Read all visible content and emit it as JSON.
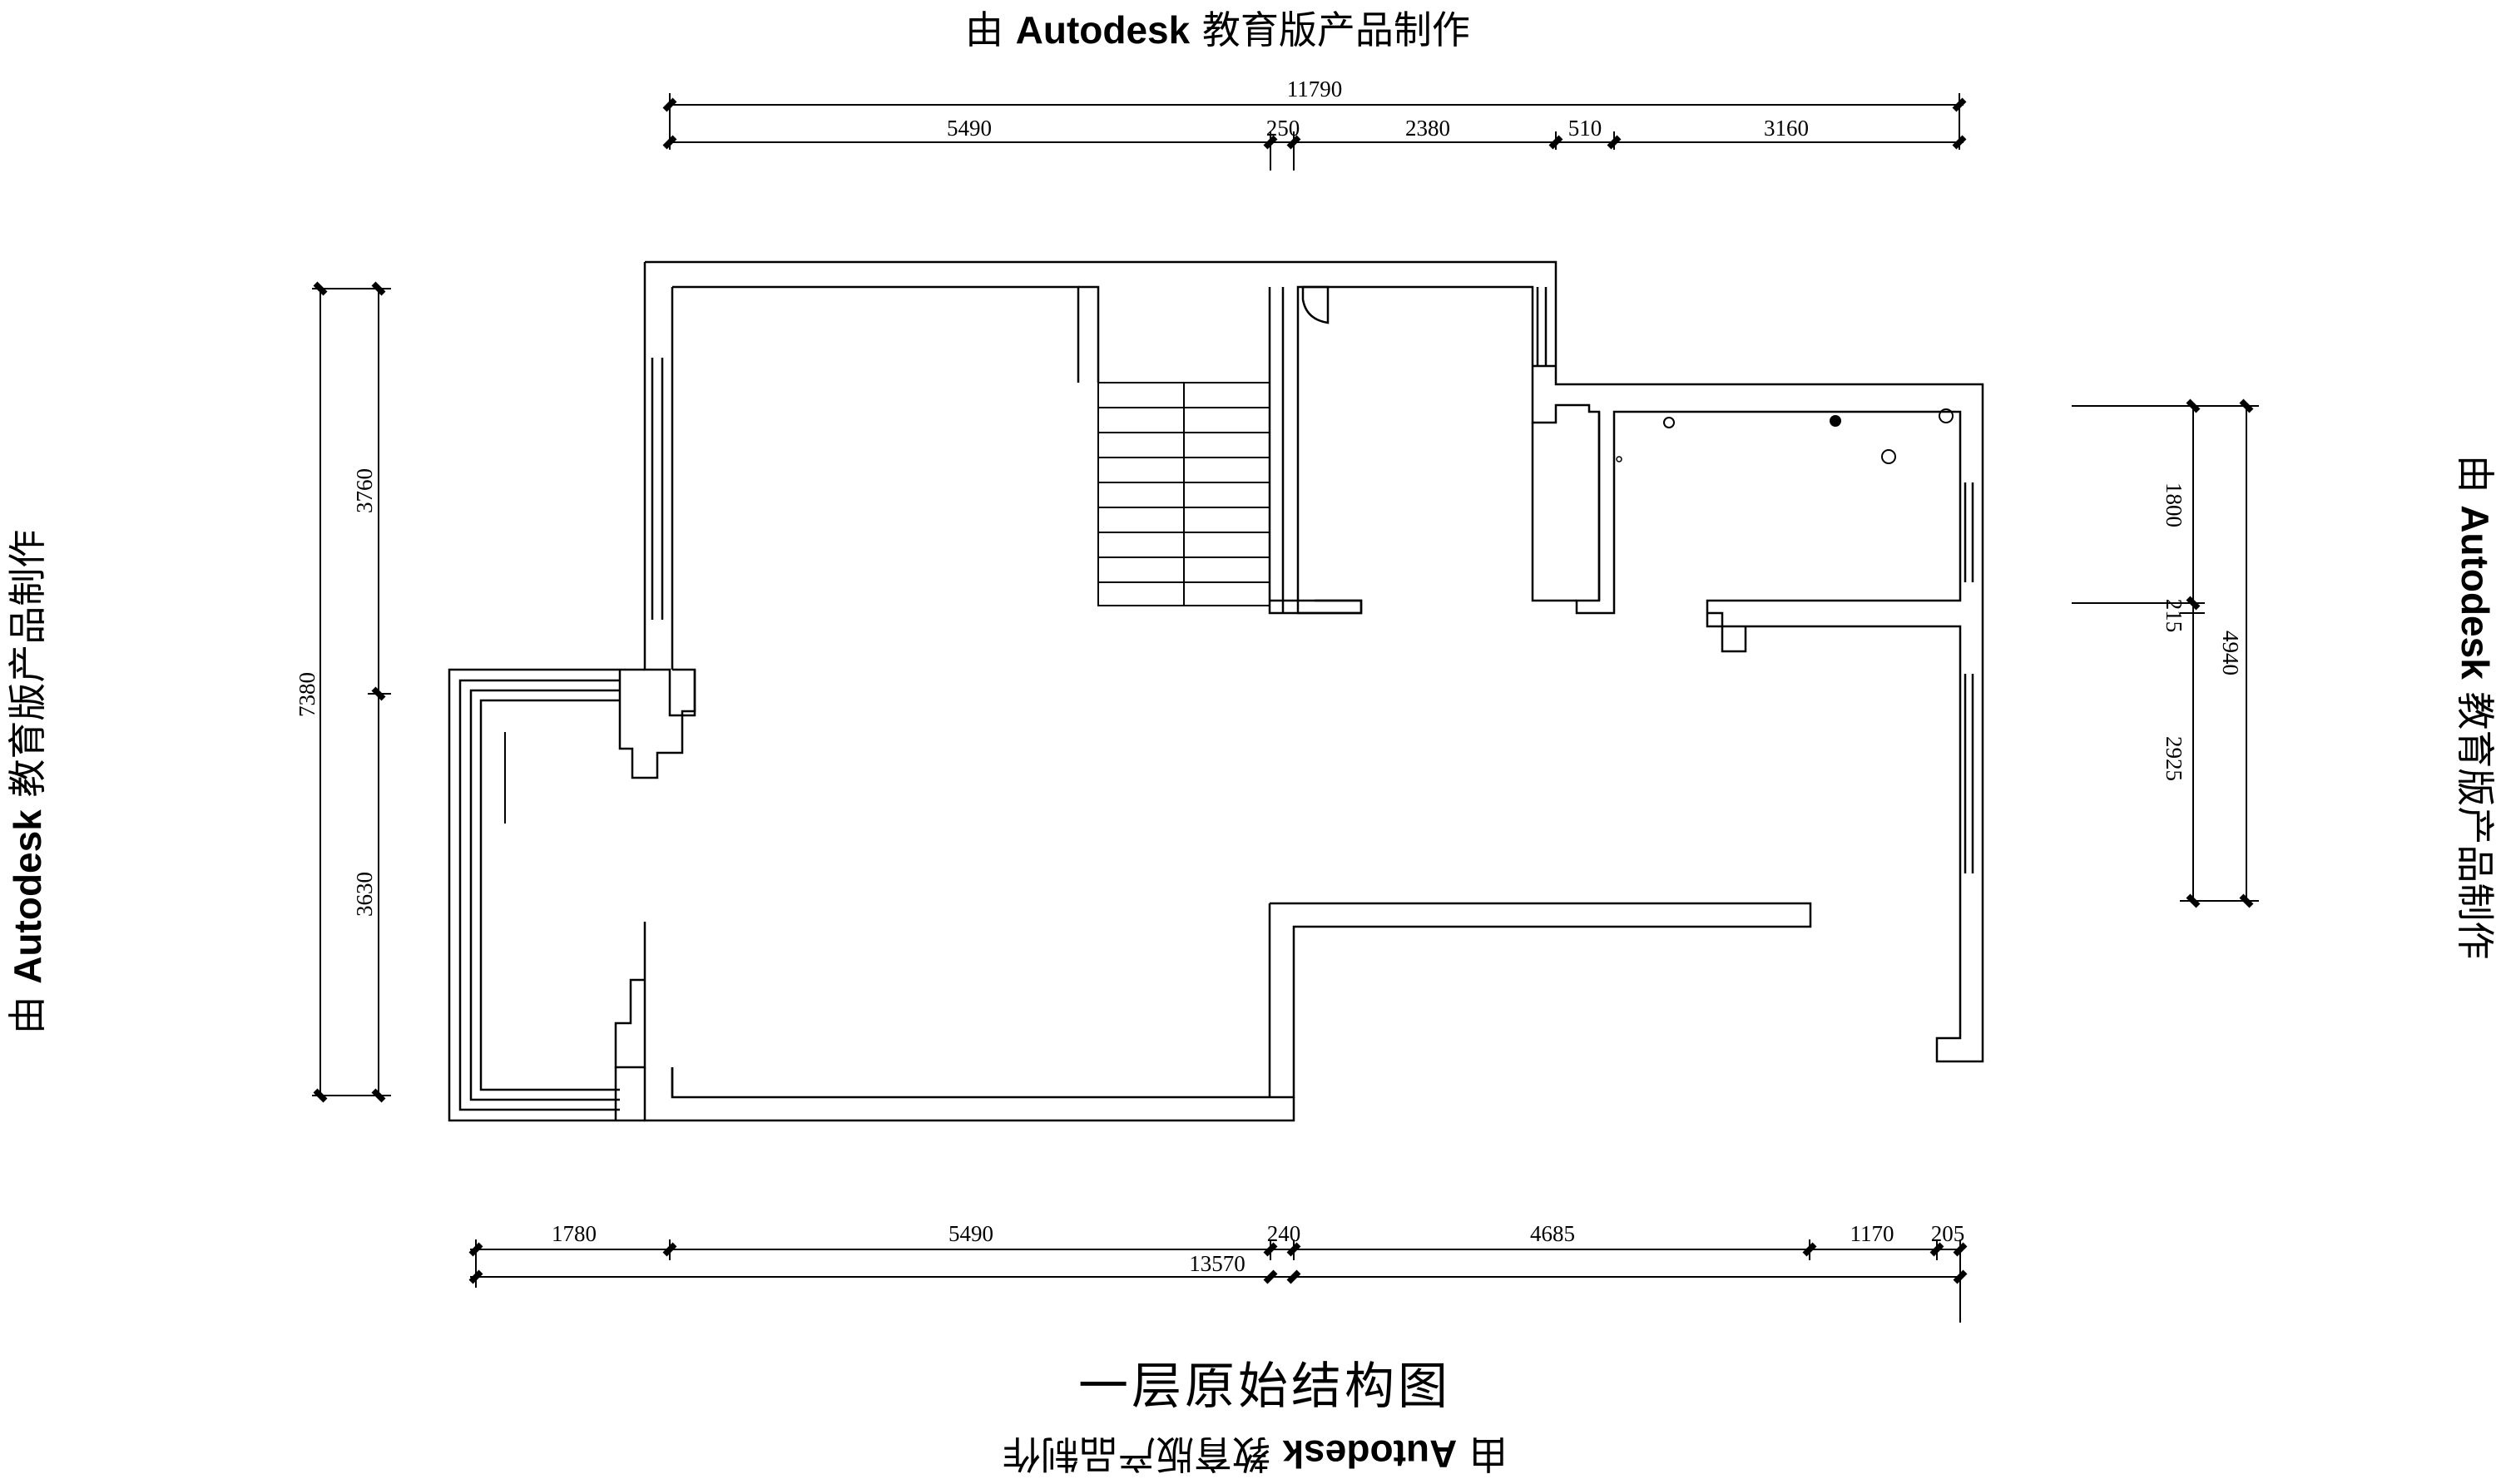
{
  "watermark": {
    "prefix": "由 ",
    "brand": "Autodesk",
    "suffix": " 教育版产品制作"
  },
  "drawing_title": "一层原始结构图",
  "dimensions": {
    "top_total": "11790",
    "top_segments": [
      "5490",
      "250",
      "2380",
      "510",
      "3160"
    ],
    "bottom_segments": [
      "1780",
      "5490",
      "240",
      "4685",
      "1170",
      "205"
    ],
    "bottom_total": "13570",
    "left_total": "7380",
    "left_segments": [
      "3760",
      "3630"
    ],
    "right_segments": [
      "1800",
      "215",
      "2925"
    ],
    "right_total": "4940"
  },
  "colors": {
    "line": "#000000",
    "background": "#ffffff"
  }
}
